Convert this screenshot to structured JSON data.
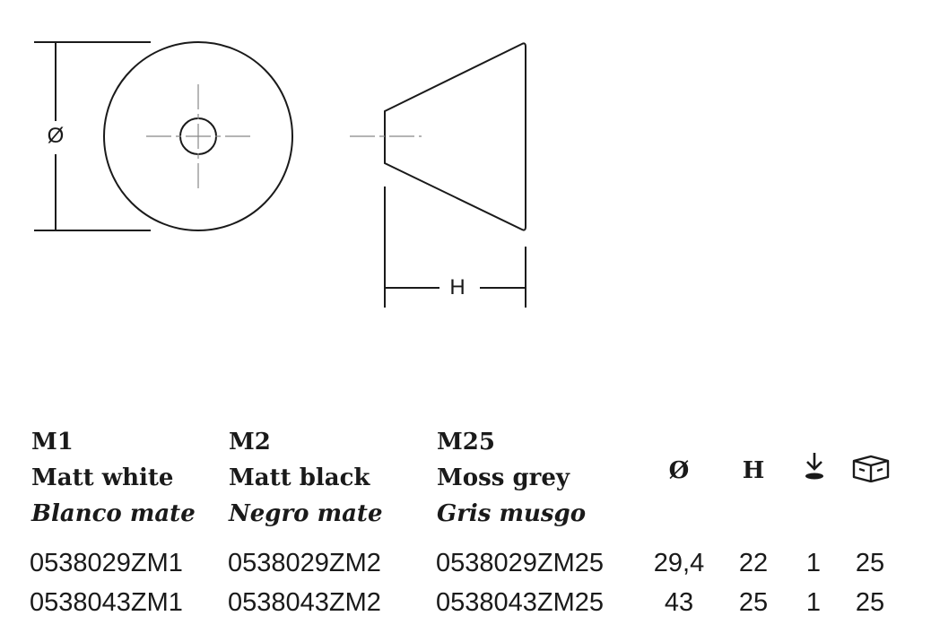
{
  "drawing": {
    "diameter_symbol": "Ø",
    "height_symbol": "H"
  },
  "finishes": [
    {
      "code": "M1",
      "name_en": "Matt white",
      "name_es": "Blanco mate"
    },
    {
      "code": "M2",
      "name_en": "Matt black",
      "name_es": "Negro mate"
    },
    {
      "code": "M25",
      "name_en": "Moss grey",
      "name_es": "Gris musgo"
    }
  ],
  "headers": {
    "diameter": "Ø",
    "height": "H",
    "fixing_icon": "screw-fixing-icon",
    "box_icon": "box-package-icon"
  },
  "rows": [
    {
      "m1": "0538029ZM1",
      "m2": "0538029ZM2",
      "m25": "0538029ZM25",
      "diameter": "29,4",
      "height": "22",
      "fixing": "1",
      "pack": "25"
    },
    {
      "m1": "0538043ZM1",
      "m2": "0538043ZM2",
      "m25": "0538043ZM25",
      "diameter": "43",
      "height": "25",
      "fixing": "1",
      "pack": "25"
    }
  ]
}
